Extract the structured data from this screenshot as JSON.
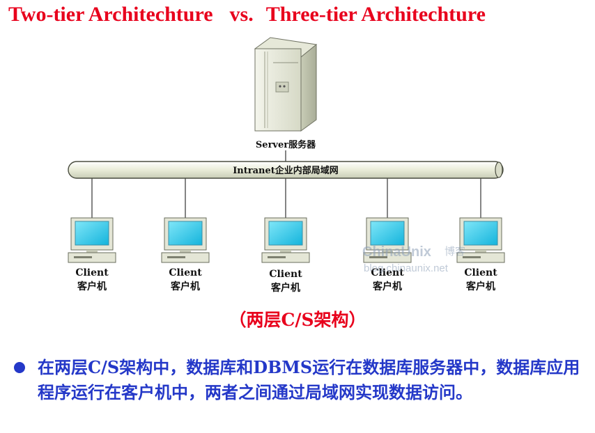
{
  "title": {
    "left": "Two-tier Architechture",
    "vs": "vs.",
    "right": "Three-tier Architechture"
  },
  "server": {
    "label": "Server服务器"
  },
  "network": {
    "label": "Intranet企业内部局域网"
  },
  "clients": [
    {
      "line1": "Client",
      "line2": "客户机"
    },
    {
      "line1": "Client",
      "line2": "客户机"
    },
    {
      "line1": "Client",
      "line2": "客户机"
    },
    {
      "line1": "Client",
      "line2": "客户机"
    },
    {
      "line1": "Client",
      "line2": "客户机"
    }
  ],
  "watermark": {
    "brand": "ChinaUnix",
    "blog": "博客",
    "url": "blog.chinaunix.net"
  },
  "caption": "（两层C/S架构）",
  "bullet_text": "在两层C/S架构中，数据库和DBMS运行在数据库服务器中，数据库应用程序运行在客户机中，两者之间通过局域网实现数据访问。",
  "colors": {
    "title": "#e8001c",
    "bullet": "#2438c8",
    "screen": "#22c6e8",
    "pipe": "#e9ecd8"
  }
}
